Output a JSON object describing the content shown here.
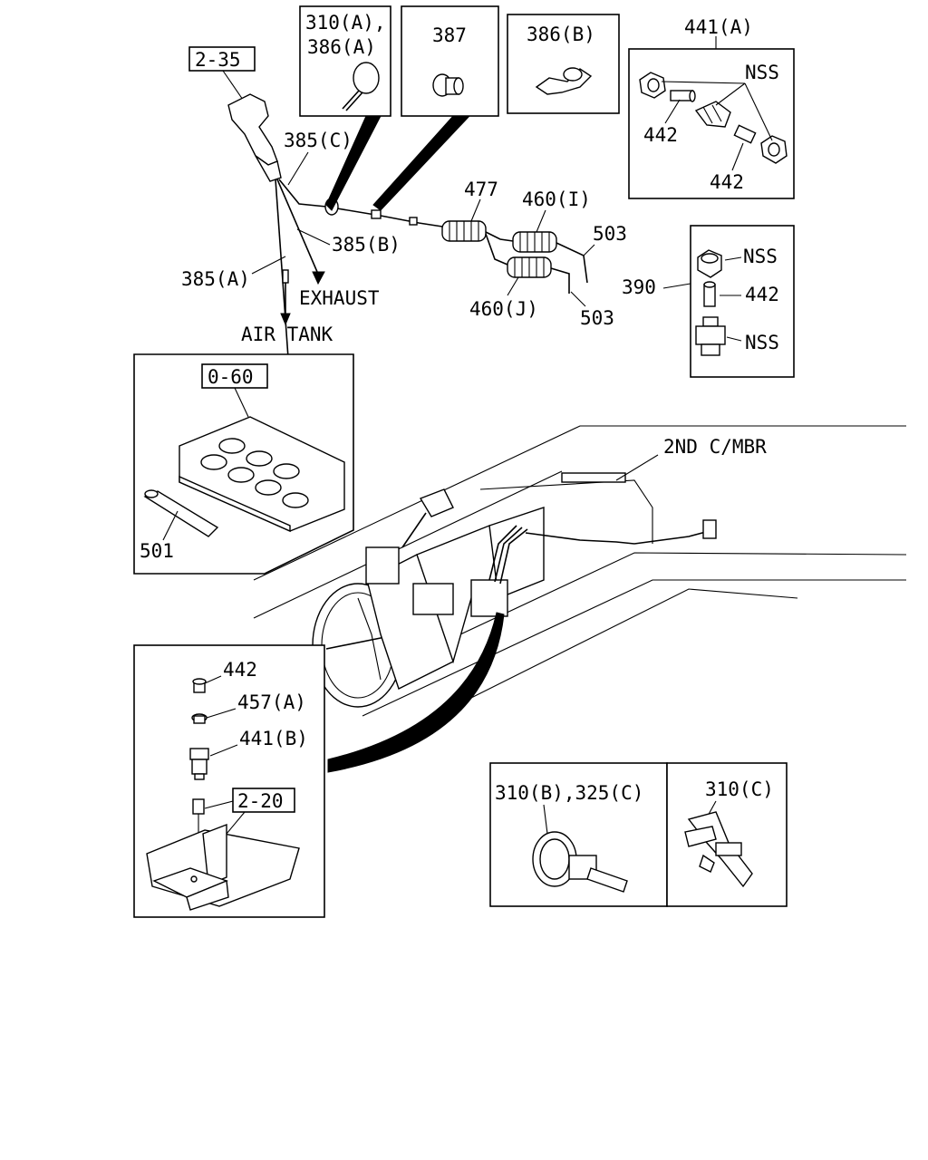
{
  "labels": {
    "ref_2_35": "2-35",
    "ref_0_60": "0-60",
    "ref_2_20": "2-20",
    "p310a": "310(A),",
    "p386a": "386(A)",
    "p387": "387",
    "p386b": "386(B)",
    "p441a": "441(A)",
    "nss": "NSS",
    "p442": "442",
    "p390": "390",
    "p385a": "385(A)",
    "p385b": "385(B)",
    "p385c": "385(C)",
    "air_tank": "AIR TANK",
    "exhaust": "EXHAUST",
    "p477": "477",
    "p460i": "460(I)",
    "p460j": "460(J)",
    "p503": "503",
    "p501": "501",
    "second_cmbr": "2ND C/MBR",
    "p457a": "457(A)",
    "p441b": "441(B)",
    "p310b_325c": "310(B),325(C)",
    "p310c": "310(C)"
  }
}
